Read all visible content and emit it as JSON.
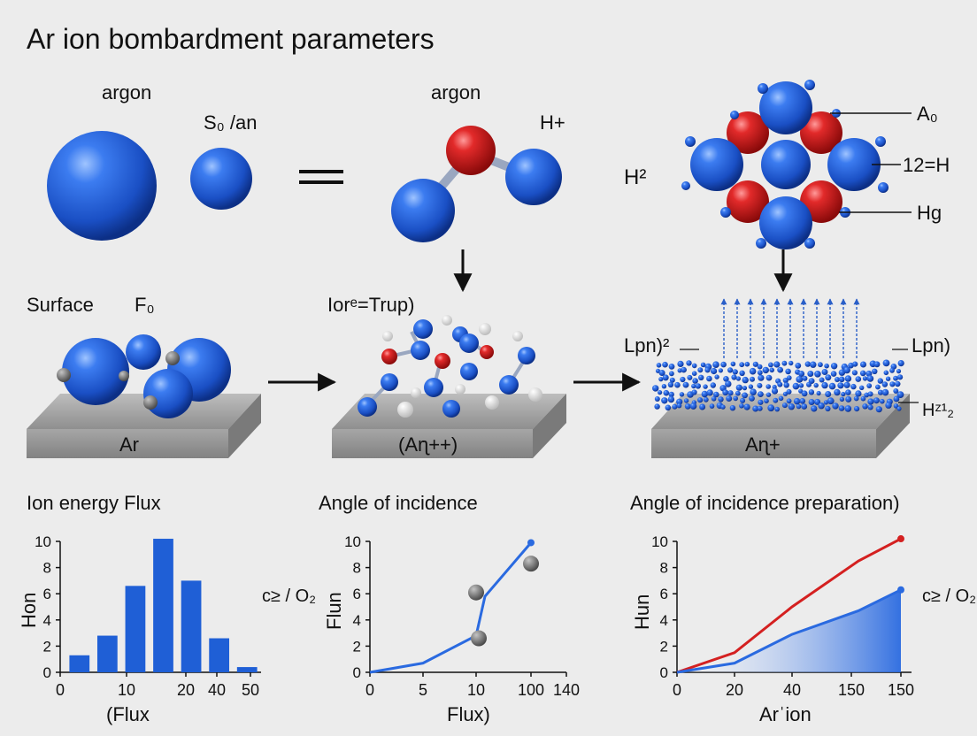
{
  "title": "Ar ion bombardment parameters",
  "top_row": {
    "panel1": {
      "label": "argon",
      "small_label": "S₀ /an"
    },
    "equals_sign": "=",
    "panel2": {
      "label": "argon",
      "side_label": "H+"
    },
    "panel3": {
      "side_label": "H²",
      "callouts": [
        "A₀",
        "12=H",
        "Hg"
      ]
    }
  },
  "middle_row": {
    "panel1": {
      "label": "Surface",
      "label2": "F₀",
      "slab_label": "Ar"
    },
    "panel2": {
      "label": "Iorᵉ=Trup)",
      "slab_label": "(Arʅ++)"
    },
    "panel3": {
      "left_label": "Lpn)²",
      "right_label": "Lpn)",
      "lower_right_label": "Hᶻ¹₂",
      "slab_label": "Arʅ+"
    }
  },
  "colors": {
    "blue": "#1f5fd6",
    "red": "#d42020",
    "grey": "#8c8c8c",
    "bg": "#ececec"
  },
  "chart_data": [
    {
      "type": "bar",
      "title": "Ion energy Flux",
      "xlabel": "(Flux",
      "ylabel": "Hon",
      "side_label": "c≥ / O₂",
      "yticks": [
        "0",
        "2",
        "4",
        "6",
        "8",
        "10"
      ],
      "xticks": [
        "0",
        "10",
        "20",
        "40",
        "50"
      ],
      "ylim": [
        0,
        10
      ],
      "values": [
        1.3,
        2.8,
        6.6,
        10.2,
        7.0,
        2.6,
        0.4
      ]
    },
    {
      "type": "line",
      "title": "Angle of incidence",
      "xlabel": "Flux)",
      "ylabel": "Flun",
      "yticks": [
        "0",
        "2",
        "4",
        "6",
        "8",
        "10"
      ],
      "xticks": [
        "0",
        "5",
        "10",
        "100",
        "140"
      ],
      "ylim": [
        0,
        10
      ],
      "series": [
        {
          "values": [
            0,
            0.7,
            2.8,
            5.8,
            9.9
          ]
        }
      ],
      "scatter_points": [
        6.1,
        2.6,
        8.3
      ]
    },
    {
      "type": "area",
      "title": "Angle of incidence preparation)",
      "xlabel": "Arˈion",
      "ylabel": "Hun",
      "side_label": "c≥ / O₂",
      "yticks": [
        "0",
        "2",
        "4",
        "6",
        "8",
        "10"
      ],
      "xticks": [
        "0",
        "20",
        "40",
        "150",
        "150"
      ],
      "ylim": [
        0,
        10
      ],
      "series": [
        {
          "color": "red",
          "values": [
            0,
            1.5,
            5.0,
            8.5,
            10.2
          ]
        },
        {
          "color": "blue",
          "values": [
            0,
            0.7,
            2.9,
            4.7,
            6.3
          ]
        }
      ]
    }
  ]
}
